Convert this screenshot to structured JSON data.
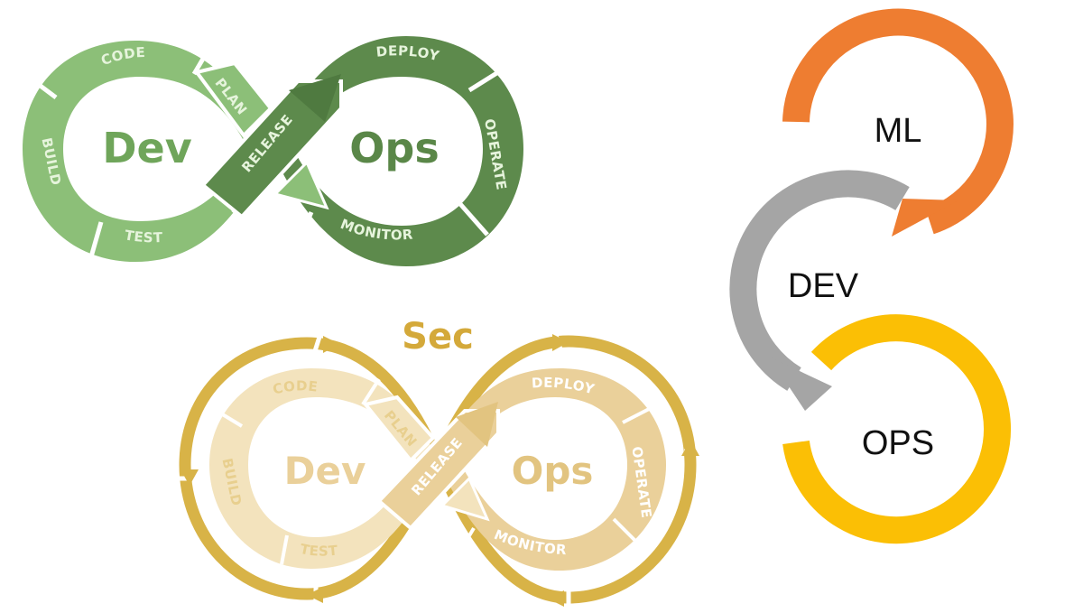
{
  "devops": {
    "left_label": "Dev",
    "right_label": "Ops",
    "stages": {
      "code": "CODE",
      "plan": "PLAN",
      "build": "BUILD",
      "test": "TEST",
      "release": "RELEASE",
      "deploy": "DEPLOY",
      "operate": "OPERATE",
      "monitor": "MONITOR"
    },
    "colors": {
      "dev": "#8cbf78",
      "ops": "#5d8a4c",
      "ops_dark": "#4f7a40",
      "text_dev": "#6fa55a",
      "text_ops": "#5a8748",
      "stage_text": "#e6f4dc"
    }
  },
  "devsecops": {
    "top_label": "Sec",
    "left_label": "Dev",
    "right_label": "Ops",
    "stages": {
      "code": "CODE",
      "plan": "PLAN",
      "build": "BUILD",
      "test": "TEST",
      "release": "RELEASE",
      "deploy": "DEPLOY",
      "operate": "OPERATE",
      "monitor": "MONITOR"
    },
    "colors": {
      "ring": "#d8b347",
      "light": "#f3e3bd",
      "mid": "#ead09a",
      "text": "#e8cf8e",
      "sec_text": "#d4a93a"
    }
  },
  "mlops": {
    "labels": {
      "ml": "ML",
      "dev": "DEV",
      "ops": "OPS"
    },
    "colors": {
      "ml": "#ee7d31",
      "dev": "#a5a5a5",
      "ops": "#fbbf05"
    }
  }
}
